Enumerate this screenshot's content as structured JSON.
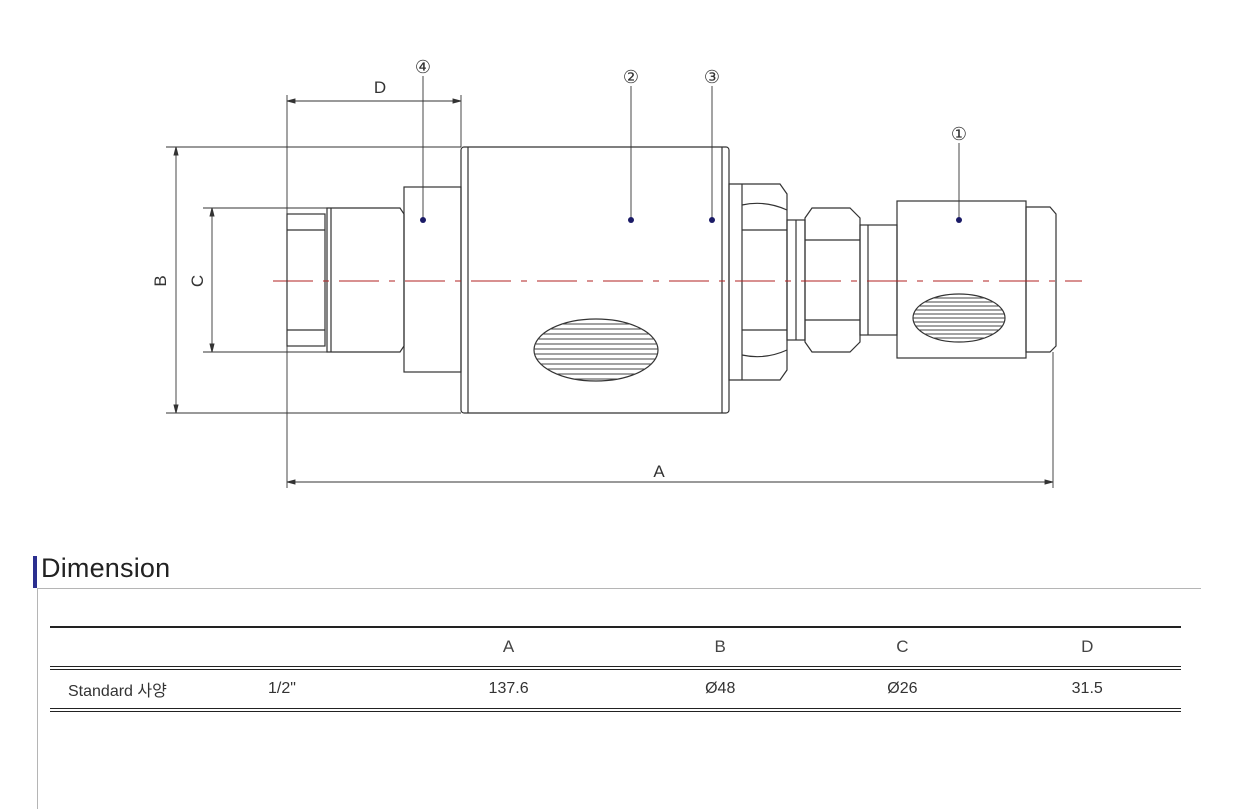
{
  "diagram": {
    "part_labels": [
      "④",
      "②",
      "③",
      "①"
    ],
    "dimension_labels": {
      "A": "A",
      "B": "B",
      "C": "C",
      "D": "D"
    },
    "colors": {
      "line": "#333333",
      "centerline": "#b22222",
      "marker": "#1a1a66"
    }
  },
  "section": {
    "title": "Dimension",
    "accent": "#2b2f8f"
  },
  "table": {
    "columns": [
      "",
      "",
      "A",
      "B",
      "C",
      "D"
    ],
    "rows": [
      {
        "label": "Standard 사양",
        "size": "1/2\"",
        "a": "137.6",
        "b": "Ø48",
        "c": "Ø26",
        "d": "31.5"
      }
    ]
  }
}
